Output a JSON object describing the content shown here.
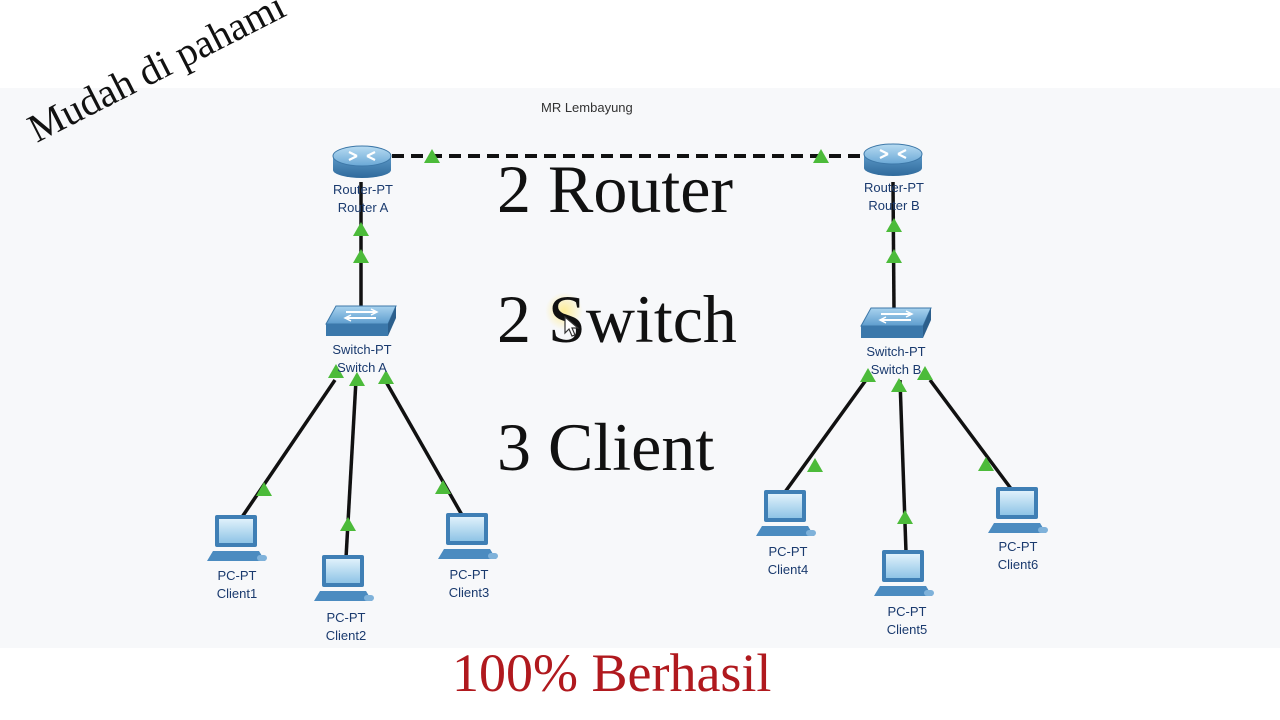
{
  "diagram": {
    "title": "MR Lembayung",
    "slogan": "Mudah di pahami",
    "captions": {
      "routers": "2 Router",
      "switches": "2 Switch",
      "clients": "3 Client"
    },
    "success": "100% Berhasil"
  },
  "devices": {
    "router_a": {
      "type": "Router-PT",
      "name": "Router A"
    },
    "router_b": {
      "type": "Router-PT",
      "name": "Router B"
    },
    "switch_a": {
      "type": "Switch-PT",
      "name": "Switch A"
    },
    "switch_b": {
      "type": "Switch-PT",
      "name": "Switch B"
    },
    "client1": {
      "type": "PC-PT",
      "name": "Client1"
    },
    "client2": {
      "type": "PC-PT",
      "name": "Client2"
    },
    "client3": {
      "type": "PC-PT",
      "name": "Client3"
    },
    "client4": {
      "type": "PC-PT",
      "name": "Client4"
    },
    "client5": {
      "type": "PC-PT",
      "name": "Client5"
    },
    "client6": {
      "type": "PC-PT",
      "name": "Client6"
    }
  },
  "colors": {
    "link_status": "#4cbb3a",
    "cable": "#111111",
    "device_body": "#5a9fd0",
    "success_text": "#b0191e"
  }
}
